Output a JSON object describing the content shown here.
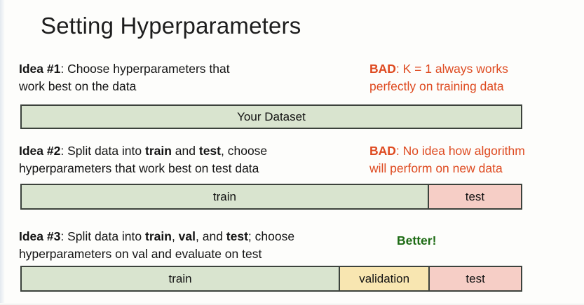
{
  "slide": {
    "title": "Setting Hyperparameters",
    "background_color": "#fdfdfb",
    "accent_bad_color": "#de4a20",
    "accent_good_color": "#1d6b14",
    "bar_border_color": "#3c423c",
    "segment_colors": {
      "train": "#d9e4cf",
      "validation": "#f8e6b1",
      "test": "#f6cec6"
    }
  },
  "ideas": [
    {
      "label": "Idea #1",
      "label_suffix": ": Choose hyperparameters that",
      "line2": "work best on the data",
      "verdict_label": "BAD",
      "verdict_suffix": ": K = 1 always works",
      "verdict_line2": "perfectly on training data",
      "verdict_kind": "bad"
    },
    {
      "label": "Idea #2",
      "text_runs": [
        {
          "t": "Idea #2",
          "bold": true
        },
        {
          "t": ": Split data into ",
          "bold": false
        },
        {
          "t": "train",
          "bold": true
        },
        {
          "t": " and ",
          "bold": false
        },
        {
          "t": "test",
          "bold": true
        },
        {
          "t": ", choose",
          "bold": false
        }
      ],
      "line2": "hyperparameters that work best on test data",
      "verdict_label": "BAD",
      "verdict_suffix": ": No idea how algorithm",
      "verdict_line2": "will perform on new data",
      "verdict_kind": "bad"
    },
    {
      "label": "Idea #3",
      "text_runs": [
        {
          "t": "Idea #3",
          "bold": true
        },
        {
          "t": ": Split data into ",
          "bold": false
        },
        {
          "t": "train",
          "bold": true
        },
        {
          "t": ", ",
          "bold": false
        },
        {
          "t": "val",
          "bold": true
        },
        {
          "t": ", and ",
          "bold": false
        },
        {
          "t": "test",
          "bold": true
        },
        {
          "t": "; choose",
          "bold": false
        }
      ],
      "line2": "hyperparameters on val and evaluate on test",
      "verdict_label": "Better!",
      "verdict_kind": "good"
    }
  ],
  "idea1": {
    "label": "Idea #1",
    "rest": ": Choose hyperparameters that",
    "line2": "work best on the data"
  },
  "idea2": {
    "label": "Idea #2",
    "r1": ": Split data into ",
    "b1": "train",
    "r2": " and ",
    "b2": "test",
    "r3": ", choose",
    "line2": "hyperparameters that work best on test data"
  },
  "idea3": {
    "label": "Idea #3",
    "r1": ": Split data into ",
    "b1": "train",
    "r2": ", ",
    "b2": "val",
    "r3": ", and ",
    "b3": "test",
    "r4": "; choose",
    "line2": "hyperparameters on val and evaluate on test"
  },
  "verdict1": {
    "label": "BAD",
    "rest": ": K = 1 always works",
    "line2": "perfectly on training data"
  },
  "verdict2": {
    "label": "BAD",
    "rest": ": No idea how algorithm",
    "line2": "will perform on new data"
  },
  "verdict3": {
    "label": "Better!"
  },
  "bars": [
    {
      "name": "dataset-bar",
      "segments": [
        {
          "label": "Your Dataset",
          "kind": "green",
          "fraction": 100
        }
      ]
    },
    {
      "name": "train-test-bar",
      "segments": [
        {
          "label": "train",
          "kind": "green",
          "fraction": 81.3
        },
        {
          "label": "test",
          "kind": "pink",
          "fraction": 18.7
        }
      ]
    },
    {
      "name": "train-val-test-bar",
      "segments": [
        {
          "label": "train",
          "kind": "green",
          "fraction": 63.5
        },
        {
          "label": "validation",
          "kind": "yellow",
          "fraction": 18.0
        },
        {
          "label": "test",
          "kind": "pink",
          "fraction": 18.5
        }
      ]
    }
  ]
}
